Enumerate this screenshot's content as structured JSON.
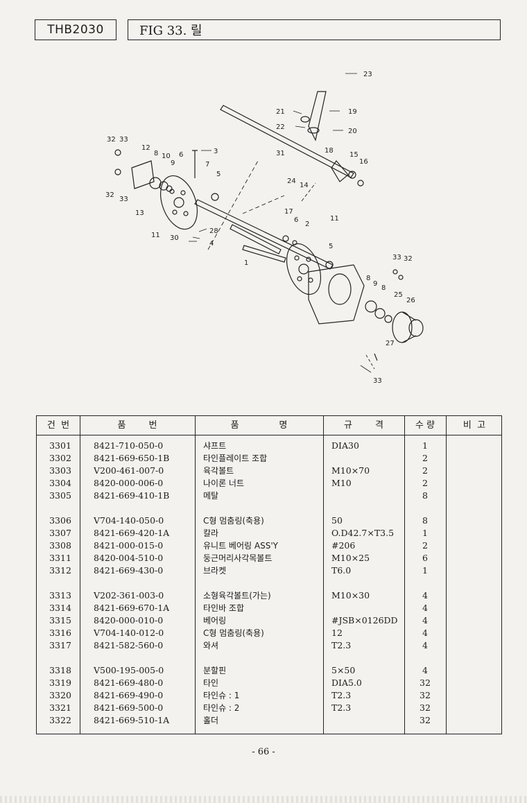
{
  "header": {
    "model": "THB2030",
    "figure": "FIG 33. 릴"
  },
  "diagram_labels": [
    "23",
    "21",
    "19",
    "22",
    "20",
    "32",
    "33",
    "12",
    "8",
    "10",
    "9",
    "6",
    "3",
    "7",
    "5",
    "31",
    "18",
    "15",
    "16",
    "24",
    "14",
    "32",
    "33",
    "13",
    "11",
    "30",
    "28",
    "4",
    "17",
    "6",
    "2",
    "11",
    "5",
    "1",
    "33",
    "32",
    "8",
    "9",
    "8",
    "25",
    "26",
    "27",
    "33"
  ],
  "table": {
    "headers": [
      "건  번",
      "품        번",
      "품              명",
      "규        격",
      "수 량",
      "비  고"
    ],
    "rows": [
      {
        "no": "3301",
        "part": "8421-710-050-0",
        "name": "샤프트",
        "spec": "DIA30",
        "qty": "1"
      },
      {
        "no": "3302",
        "part": "8421-669-650-1B",
        "name": "타인플레이트 조합",
        "spec": "",
        "qty": "2"
      },
      {
        "no": "3303",
        "part": "V200-461-007-0",
        "name": "육각볼트",
        "spec": "M10×70",
        "qty": "2"
      },
      {
        "no": "3304",
        "part": "8420-000-006-0",
        "name": "나이론 너트",
        "spec": "M10",
        "qty": "2"
      },
      {
        "no": "3305",
        "part": "8421-669-410-1B",
        "name": "메탈",
        "spec": "",
        "qty": "8"
      },
      {
        "no": "3306",
        "part": "V704-140-050-0",
        "name": "C형 멈춤링(축용)",
        "spec": "50",
        "qty": "8"
      },
      {
        "no": "3307",
        "part": "8421-669-420-1A",
        "name": "칼라",
        "spec": "O.D42.7×T3.5",
        "qty": "1"
      },
      {
        "no": "3308",
        "part": "8421-000-015-0",
        "name": "유니트 베어링 ASS'Y",
        "spec": "#206",
        "qty": "2"
      },
      {
        "no": "3311",
        "part": "8420-004-510-0",
        "name": "둥근머리사각목볼트",
        "spec": "M10×25",
        "qty": "6"
      },
      {
        "no": "3312",
        "part": "8421-669-430-0",
        "name": "브라켓",
        "spec": "T6.0",
        "qty": "1"
      },
      {
        "no": "3313",
        "part": "V202-361-003-0",
        "name": "소형육각볼트(가는)",
        "spec": "M10×30",
        "qty": "4"
      },
      {
        "no": "3314",
        "part": "8421-669-670-1A",
        "name": "타인바 조합",
        "spec": "",
        "qty": "4"
      },
      {
        "no": "3315",
        "part": "8420-000-010-0",
        "name": "베어링",
        "spec": "#JSB×0126DD",
        "qty": "4"
      },
      {
        "no": "3316",
        "part": "V704-140-012-0",
        "name": "C형 멈춤링(축용)",
        "spec": "12",
        "qty": "4"
      },
      {
        "no": "3317",
        "part": "8421-582-560-0",
        "name": "와셔",
        "spec": "T2.3",
        "qty": "4"
      },
      {
        "no": "3318",
        "part": "V500-195-005-0",
        "name": "분할핀",
        "spec": "5×50",
        "qty": "4"
      },
      {
        "no": "3319",
        "part": "8421-669-480-0",
        "name": "타인",
        "spec": "DIA5.0",
        "qty": "32"
      },
      {
        "no": "3320",
        "part": "8421-669-490-0",
        "name": "타인슈 : 1",
        "spec": "T2.3",
        "qty": "32"
      },
      {
        "no": "3321",
        "part": "8421-669-500-0",
        "name": "타인슈 : 2",
        "spec": "T2.3",
        "qty": "32"
      },
      {
        "no": "3322",
        "part": "8421-669-510-1A",
        "name": "홀더",
        "spec": "",
        "qty": "32"
      }
    ]
  },
  "footer": {
    "page": "- 66 -"
  }
}
